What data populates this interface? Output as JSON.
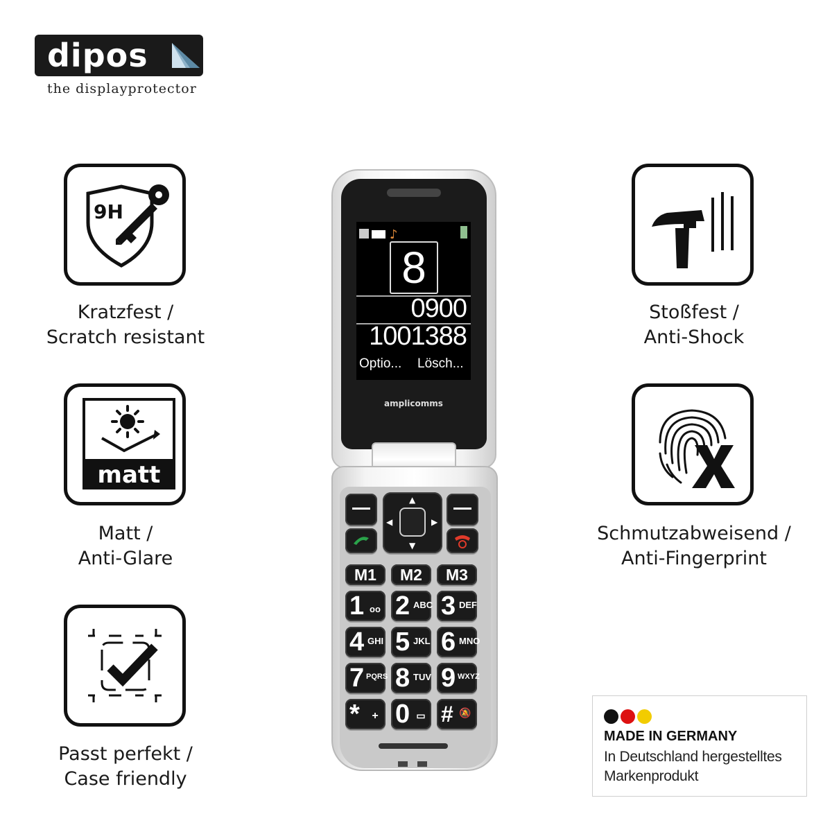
{
  "brand": {
    "name": "dipos",
    "tagline": "the displayprotector"
  },
  "features": {
    "scratch": {
      "badge": "9H",
      "line1": "Kratzfest /",
      "line2": "Scratch resistant",
      "icon": "shield-key-icon"
    },
    "matt": {
      "badge": "matt",
      "line1": "Matt /",
      "line2": "Anti-Glare",
      "icon": "sun-matt-icon"
    },
    "fit": {
      "line1": "Passt perfekt /",
      "line2": "Case friendly",
      "icon": "check-frame-icon"
    },
    "shock": {
      "line1": "Stoßfest /",
      "line2": "Anti-Shock",
      "icon": "hammer-icon"
    },
    "fingerprint": {
      "line1": "Schmutzabweisend /",
      "line2": "Anti-Fingerprint",
      "icon": "fingerprint-x-icon"
    }
  },
  "made_in": {
    "title": "MADE IN GERMANY",
    "line1": "In Deutschland hergestelltes",
    "line2": "Markenprodukt",
    "flag_colors": [
      "#111111",
      "#dd1111",
      "#f2cc00"
    ]
  },
  "phone": {
    "screen": {
      "big_digit": "8",
      "number_line1": "0900",
      "number_line2": "1001388",
      "softkey_left": "Optio...",
      "softkey_right": "Lösch..."
    },
    "maker": "amplicomms",
    "memory_keys": [
      "M1",
      "M2",
      "M3"
    ],
    "keys": [
      {
        "main": "1",
        "sub": "oo"
      },
      {
        "main": "2",
        "sub": "ABC"
      },
      {
        "main": "3",
        "sub": "DEF"
      },
      {
        "main": "4",
        "sub": "GHI"
      },
      {
        "main": "5",
        "sub": "JKL"
      },
      {
        "main": "6",
        "sub": "MNO"
      },
      {
        "main": "7",
        "sub": "PQRS"
      },
      {
        "main": "8",
        "sub": "TUV"
      },
      {
        "main": "9",
        "sub": "WXYZ"
      },
      {
        "main": "*",
        "sub": "+"
      },
      {
        "main": "0",
        "sub": "▭"
      },
      {
        "main": "#",
        "sub": "🔕"
      }
    ]
  }
}
